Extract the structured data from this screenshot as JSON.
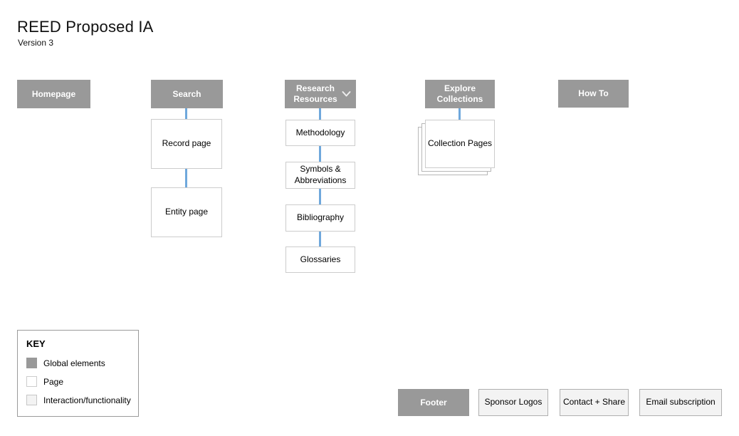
{
  "header": {
    "title": "REED Proposed IA",
    "subtitle": "Version 3"
  },
  "nav": {
    "homepage": "Homepage",
    "search": "Search",
    "research_resources": "Research Resources",
    "explore_collections": "Explore Collections",
    "how_to": "How To",
    "research_resources_icon": "chevron-down"
  },
  "search_children": {
    "record_page": "Record page",
    "entity_page": "Entity page"
  },
  "research_children": {
    "methodology": "Methodology",
    "symbols_abbreviations": "Symbols & Abbreviations",
    "bibliography": "Bibliography",
    "glossaries": "Glossaries"
  },
  "explore_children": {
    "collection_pages": "Collection Pages"
  },
  "key": {
    "title": "KEY",
    "items": [
      {
        "label": "Global elements",
        "swatch_color": "#999999"
      },
      {
        "label": "Page",
        "swatch_color": "#ffffff"
      },
      {
        "label": "Interaction/functionality",
        "swatch_color": "#f3f3f3"
      }
    ]
  },
  "footer": {
    "footer": "Footer",
    "sponsor_logos": "Sponsor Logos",
    "contact_share": "Contact + Share",
    "email_subscription": "Email subscription"
  },
  "colors": {
    "global_element_fill": "#999999",
    "global_element_text": "#ffffff",
    "page_border": "#cccccc",
    "interaction_fill": "#f3f3f3",
    "interaction_border": "#b0b0b0",
    "connector_blue": "#6fa8dc",
    "background": "#ffffff",
    "text": "#000000"
  }
}
